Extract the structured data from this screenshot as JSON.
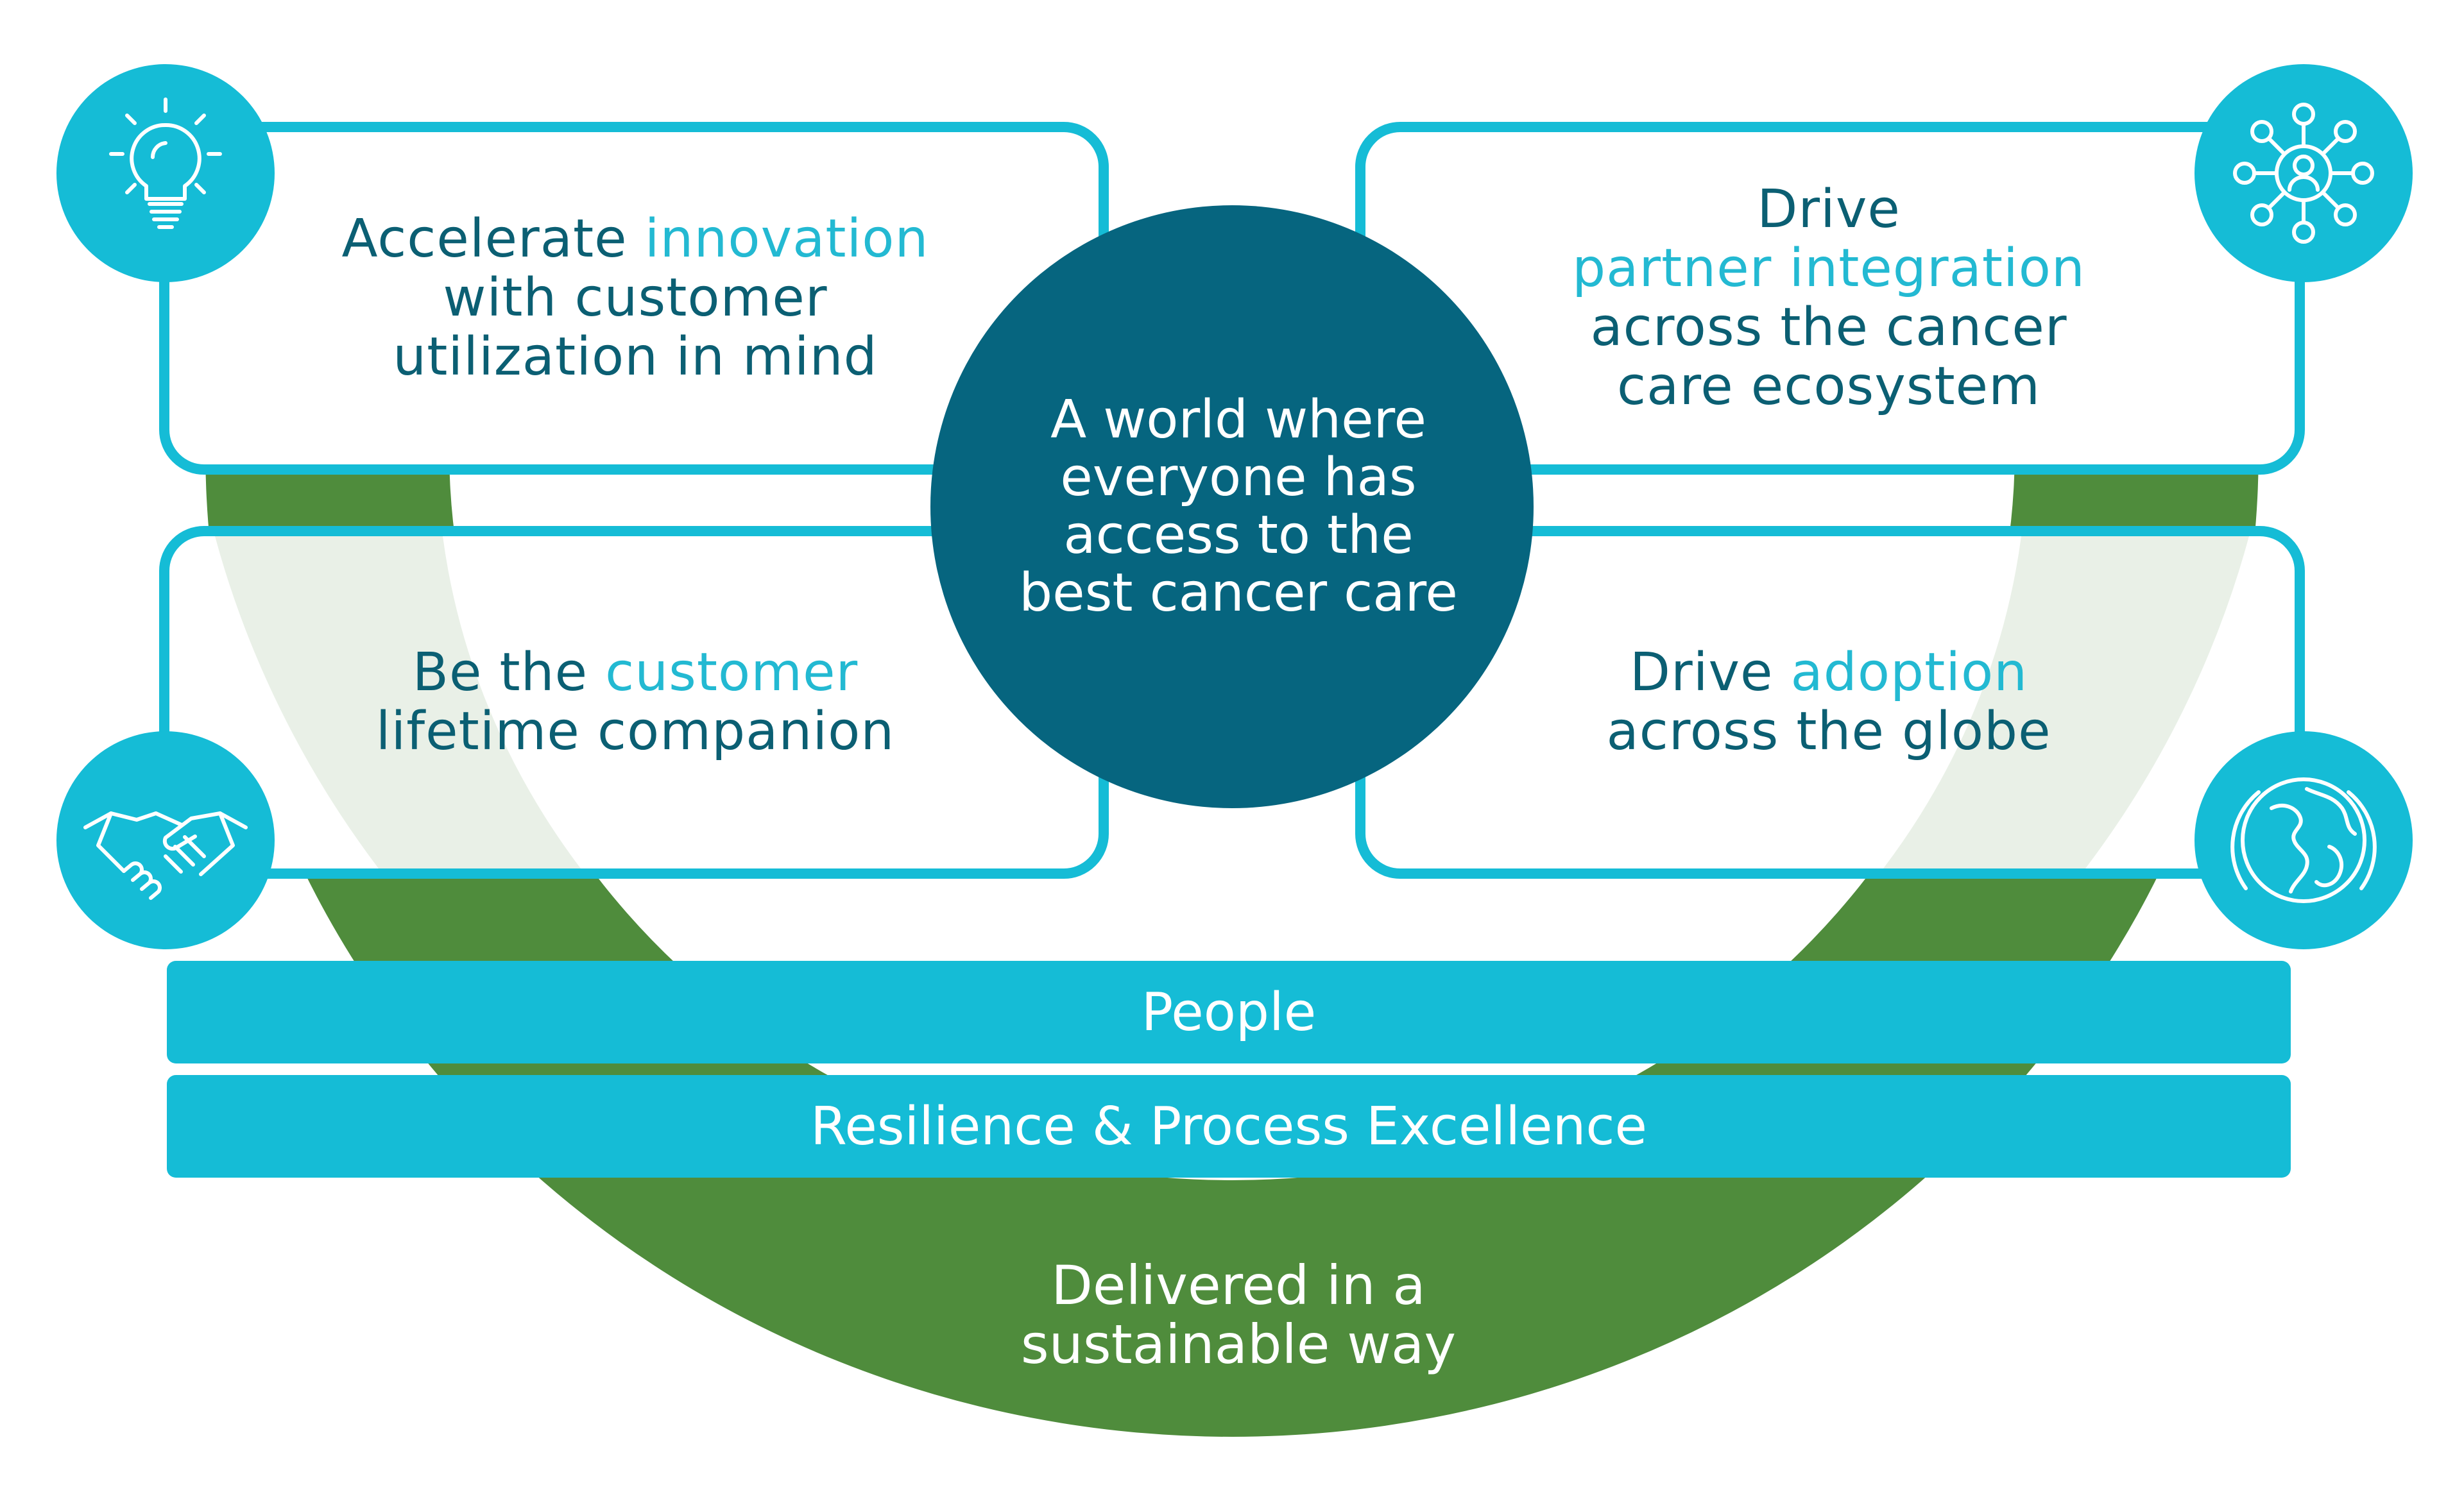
{
  "center": {
    "lines": [
      "A world where",
      "everyone has",
      "access to the",
      "best cancer care"
    ]
  },
  "quadrants": {
    "top_left": {
      "line1_a": "Accelerate ",
      "line1_hl": "innovation",
      "line2": "with customer",
      "line3": "utilization in mind",
      "icon": "lightbulb-icon"
    },
    "top_right": {
      "line1": "Drive",
      "line2_hl": "partner integration",
      "line3": "across the cancer",
      "line4": "care ecosystem",
      "icon": "network-people-icon"
    },
    "bottom_left": {
      "line1_a": "Be the ",
      "line1_hl": "customer",
      "line2": "lifetime companion",
      "icon": "handshake-icon"
    },
    "bottom_right": {
      "line1_a": "Drive ",
      "line1_hl": "adoption",
      "line2": "across the globe",
      "icon": "globe-icon"
    }
  },
  "bars": {
    "people": "People",
    "resilience": "Resilience & Process Excellence"
  },
  "foundation": {
    "line1": "Delivered in a",
    "line2": "sustainable way"
  },
  "colors": {
    "cyan": "#15bcd6",
    "highlight_text": "#23b9d2",
    "dark_teal_text": "#0b5f73",
    "center_circle": "#06657f",
    "green_arc": "#4f8c3c",
    "pale_green": "#e9f0e7"
  }
}
